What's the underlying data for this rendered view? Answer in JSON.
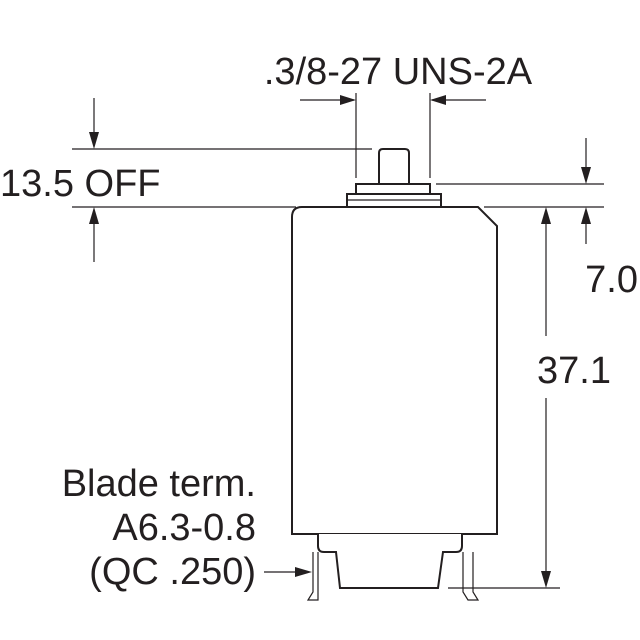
{
  "labels": {
    "thread": ".3/8-27 UNS-2A",
    "off_height": "13.5 OFF",
    "cap_height": "7.0",
    "body_height": "37.1",
    "terminal_line1": "Blade term.",
    "terminal_line2": "A6.3-0.8",
    "terminal_line3": "(QC .250)"
  },
  "colors": {
    "ink": "#231f20",
    "background": "#ffffff"
  }
}
